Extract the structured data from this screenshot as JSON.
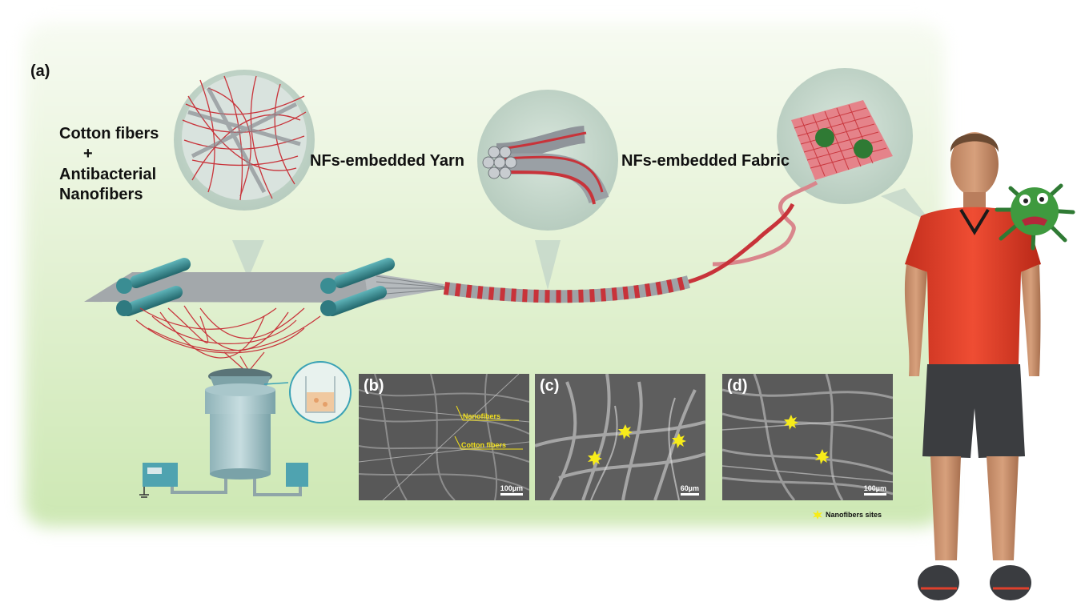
{
  "labels": {
    "panel_a": "(a)",
    "input_line1": "Cotton fibers",
    "input_plus": "+",
    "input_line2": "Antibacterial",
    "input_line3": "Nanofibers",
    "yarn": "NFs-embedded Yarn",
    "fabric": "NFs-embedded Fabric"
  },
  "sem_panels": [
    {
      "label": "(b)",
      "scale": "100µm",
      "annotations": [
        "Nanofibers",
        "Cotton fibers"
      ]
    },
    {
      "label": "(c)",
      "scale": "60µm"
    },
    {
      "label": "(d)",
      "scale": "100µm"
    }
  ],
  "legend": {
    "nanofiber_sites": "Nanofibers sites"
  },
  "colors": {
    "fiber_red": "#c8333a",
    "roller_teal": "#3a8d93",
    "background_green": "#cde8b3",
    "marker_yellow": "#f7ec1a",
    "shirt_red": "#e0402c"
  }
}
